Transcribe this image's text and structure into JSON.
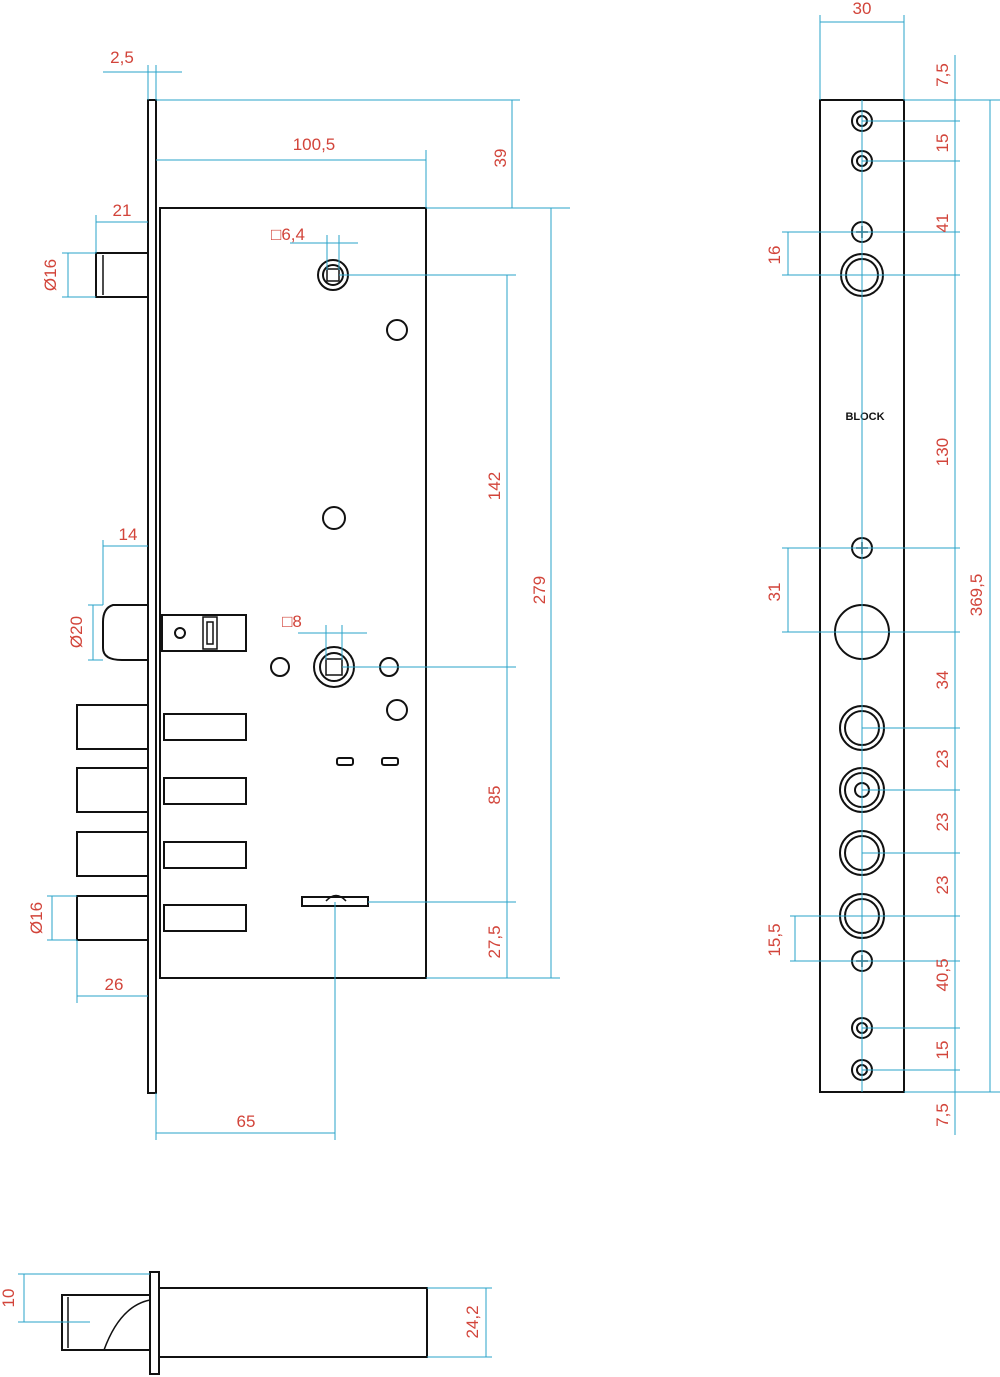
{
  "colors": {
    "outline": "#111111",
    "dimension_line": "#2aa3c8",
    "dimension_text": "#d2443a"
  },
  "front_view": {
    "dimensions": {
      "faceplate_thickness": "2,5",
      "case_length": "100,5",
      "top_offset": "39",
      "bolt_projection_top": "21",
      "bolt_diameter_top": "Ø16",
      "cylinder_square": "□6,4",
      "spindle_square": "□8",
      "latch_projection": "14",
      "latch_diameter": "Ø20",
      "spacing_142": "142",
      "spacing_279": "279",
      "spacing_85": "85",
      "spacing_27_5": "27,5",
      "bolt_diameter_bottom": "Ø16",
      "bolt_projection_bottom": "26",
      "backset": "65"
    }
  },
  "side_view": {
    "logo": "BLOCK",
    "dimensions": {
      "width": "30",
      "total": "369,5",
      "seg_7_5_top": "7,5",
      "seg_15_top": "15",
      "seg_41": "41",
      "seg_16": "16",
      "seg_130": "130",
      "seg_31": "31",
      "seg_34": "34",
      "seg_23_a": "23",
      "seg_23_b": "23",
      "seg_23_c": "23",
      "seg_15_5": "15,5",
      "seg_40_5": "40,5",
      "seg_15_bottom": "15",
      "seg_7_5_bottom": "7,5"
    }
  },
  "bottom_view": {
    "dimensions": {
      "left": "10",
      "right": "24,2"
    }
  }
}
